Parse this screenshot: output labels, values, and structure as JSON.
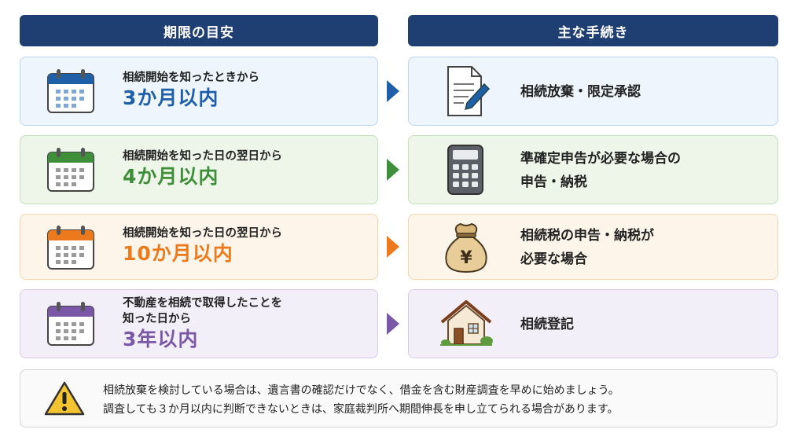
{
  "headers": {
    "deadline": "期限の目安",
    "procedure": "主な手続き"
  },
  "rows": [
    {
      "condition_lines": [
        "相続開始を知ったときから"
      ],
      "deadline": "3か月以内",
      "procedure_lines": [
        "相続放棄・限定承認"
      ],
      "color": "#1f5fa8",
      "procedure_icon": "document-pen-icon"
    },
    {
      "condition_lines": [
        "相続開始を知った日の翌日から"
      ],
      "deadline": "4か月以内",
      "procedure_lines": [
        "準確定申告が必要な場合の",
        "申告・納税"
      ],
      "color": "#3f8f3a",
      "procedure_icon": "calculator-icon"
    },
    {
      "condition_lines": [
        "相続開始を知った日の翌日から"
      ],
      "deadline": "10か月以内",
      "procedure_lines": [
        "相続税の申告・納税が",
        "必要な場合"
      ],
      "color": "#ec7a1c",
      "procedure_icon": "yen-money-bag-icon",
      "bag_symbol": "¥"
    },
    {
      "condition_lines": [
        "不動産を相続で取得したことを",
        "知った日から"
      ],
      "deadline": "3年以内",
      "procedure_lines": [
        "相続登記"
      ],
      "color": "#7b57a8",
      "procedure_icon": "house-icon"
    }
  ],
  "note": {
    "icon": "warning-icon",
    "lines": [
      "相続放棄を検討している場合は、遺言書の確認だけでなく、借金を含む財産調査を早めに始めましょう。",
      "調査しても３か月以内に判断できないときは、家庭裁判所へ期間伸長を申し立てられる場合があります。"
    ]
  }
}
